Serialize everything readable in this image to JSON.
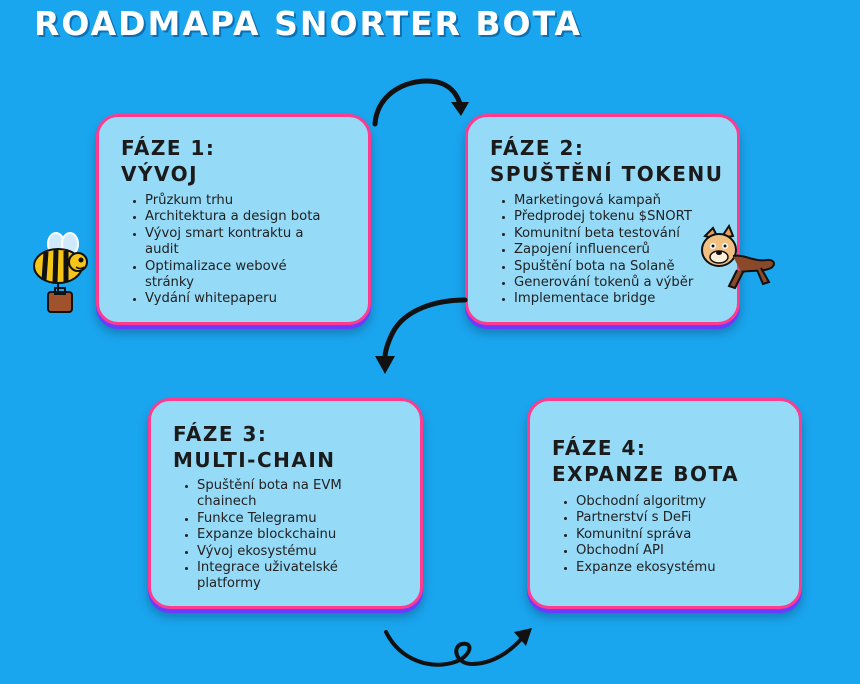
{
  "page": {
    "title": "ROADMAPA SNORTER BOTA"
  },
  "phases": [
    {
      "heading_1": "FÁZE 1:",
      "heading_2": "VÝVOJ",
      "items": [
        "Průzkum trhu",
        "Architektura a design bota",
        "Vývoj smart kontraktu a",
        "audit",
        "Optimalizace webové",
        "stránky",
        "Vydání whitepaperu"
      ]
    },
    {
      "heading_1": "FÁZE 2:",
      "heading_2": "SPUŠTĚNÍ TOKENU",
      "items": [
        "Marketingová kampaň",
        "Předprodej tokenu $SNORT",
        "Komunitní beta testování",
        "Zapojení influencerů",
        "Spuštění bota na Solaně",
        "Generování tokenů a výběr",
        "Implementace bridge"
      ]
    },
    {
      "heading_1": "FÁZE 3:",
      "heading_2": "MULTI-CHAIN",
      "items": [
        "Spuštění bota na EVM",
        "chainech",
        "Funkce Telegramu",
        "Expanze blockchainu",
        "Vývoj ekosystému",
        "Integrace uživatelské",
        "platformy"
      ]
    },
    {
      "heading_1": "FÁZE 4:",
      "heading_2": "EXPANZE BOTA",
      "items": [
        "Obchodní algoritmy",
        "Partnerství s DeFi",
        "Komunitní správa",
        "Obchodní API",
        "Expanze ekosystému"
      ]
    }
  ],
  "icons": {
    "arrow_1": "curved-arrow-icon",
    "arrow_2": "curved-arrow-icon",
    "arrow_3": "loop-arrow-icon",
    "mascot_1": "bee-icon",
    "mascot_2": "dog-icon"
  }
}
